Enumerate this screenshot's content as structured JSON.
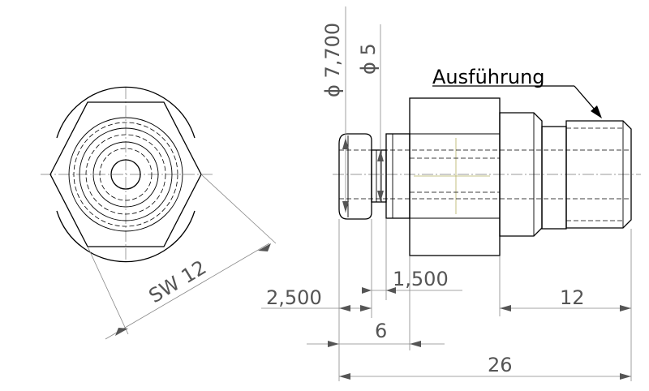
{
  "annotation": {
    "label": "Ausführung"
  },
  "dimensions": {
    "d_outer": "ϕ 7,700",
    "d_inner": "ϕ 5",
    "sw": "SW 12",
    "d_2500": "2,500",
    "d_1500": "1,500",
    "d_6": "6",
    "d_12": "12",
    "d_26": "26"
  }
}
